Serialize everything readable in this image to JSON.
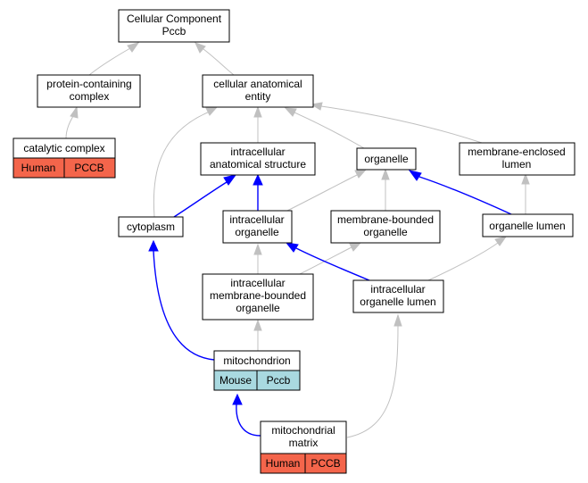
{
  "nodes": {
    "cc": [
      "Cellular Component",
      "Pccb"
    ],
    "protein_complex": [
      "protein-containing",
      "complex"
    ],
    "anatomical_entity": [
      "cellular anatomical",
      "entity"
    ],
    "catalytic_complex": [
      "catalytic complex"
    ],
    "intracellular_structure": [
      "intracellular",
      "anatomical structure"
    ],
    "organelle": [
      "organelle"
    ],
    "membrane_enclosed_lumen": [
      "membrane-enclosed",
      "lumen"
    ],
    "cytoplasm": [
      "cytoplasm"
    ],
    "intracellular_organelle": [
      "intracellular",
      "organelle"
    ],
    "membrane_bounded_organelle": [
      "membrane-bounded",
      "organelle"
    ],
    "organelle_lumen": [
      "organelle lumen"
    ],
    "intracellular_membrane_bounded": [
      "intracellular",
      "membrane-bounded",
      "organelle"
    ],
    "intracellular_organelle_lumen": [
      "intracellular",
      "organelle lumen"
    ],
    "mitochondrion": [
      "mitochondrion"
    ],
    "mitochondrial_matrix": [
      "mitochondrial",
      "matrix"
    ]
  },
  "annotations": {
    "catalytic_complex": {
      "species": "Human",
      "gene": "PCCB"
    },
    "mitochondrion": {
      "species": "Mouse",
      "gene": "Pccb"
    },
    "mitochondrial_matrix": {
      "species": "Human",
      "gene": "PCCB"
    }
  },
  "colors": {
    "human": "#f4654b",
    "mouse": "#a9d9e0",
    "gray_edge": "#c0c0c0",
    "blue_edge": "#0000ff"
  }
}
